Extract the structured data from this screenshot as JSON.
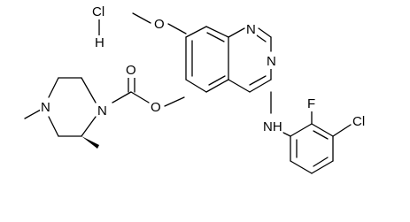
{
  "structure": {
    "counterion": {
      "cl": "Cl",
      "h": "H"
    },
    "atoms": {
      "n_quinazoline_top": "N",
      "n_quinazoline_bottom": "N",
      "o_methoxy": "O",
      "o_carbonyl": "O",
      "o_ester": "O",
      "n_piperazine_1": "N",
      "n_piperazine_4": "N",
      "nh_amine": "NH",
      "f_fluoro": "F",
      "cl_chloro": "Cl"
    }
  },
  "colors": {
    "ink": "#000000",
    "background": "#ffffff"
  }
}
